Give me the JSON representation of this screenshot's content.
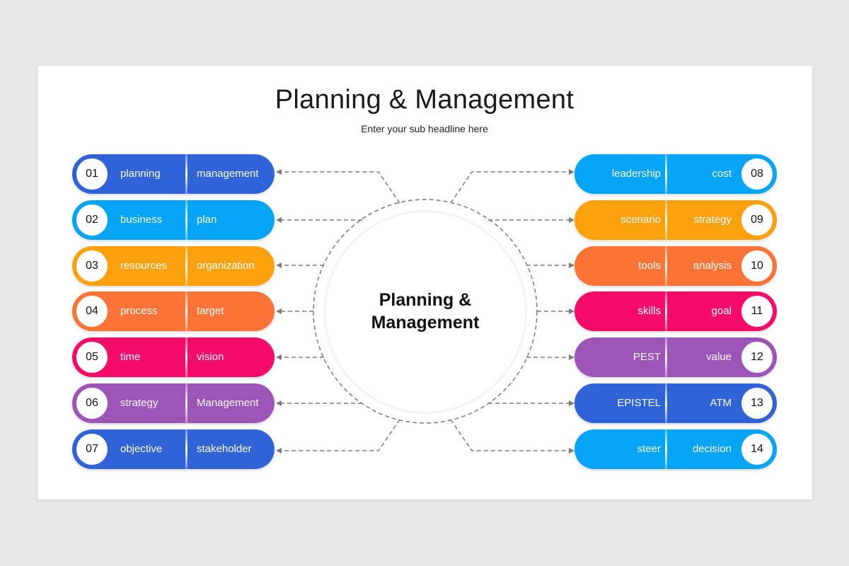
{
  "header": {
    "title": "Planning & Management",
    "subtitle": "Enter your sub headline here"
  },
  "center": {
    "line1": "Planning &",
    "line2": "Management"
  },
  "left_items": [
    {
      "num": "01",
      "label1": "planning",
      "label2": "management",
      "color": "#3163d8"
    },
    {
      "num": "02",
      "label1": "business",
      "label2": "plan",
      "color": "#05a4f6"
    },
    {
      "num": "03",
      "label1": "resources",
      "label2": "organization",
      "color": "#fba10d"
    },
    {
      "num": "04",
      "label1": "process",
      "label2": "target",
      "color": "#fb7336"
    },
    {
      "num": "05",
      "label1": "time",
      "label2": "vision",
      "color": "#f50c68"
    },
    {
      "num": "06",
      "label1": "strategy",
      "label2": "Management",
      "color": "#9c55b6"
    },
    {
      "num": "07",
      "label1": "objective",
      "label2": "stakeholder",
      "color": "#3163d8"
    }
  ],
  "right_items": [
    {
      "num": "08",
      "label1": "leadership",
      "label2": "cost",
      "color": "#05a4f6"
    },
    {
      "num": "09",
      "label1": "scenario",
      "label2": "strategy",
      "color": "#fba10d"
    },
    {
      "num": "10",
      "label1": "tools",
      "label2": "analysis",
      "color": "#fb7336"
    },
    {
      "num": "11",
      "label1": "skills",
      "label2": "goal",
      "color": "#f50c68"
    },
    {
      "num": "12",
      "label1": "PEST",
      "label2": "value",
      "color": "#9c55b6"
    },
    {
      "num": "13",
      "label1": "EPISTEL",
      "label2": "ATM",
      "color": "#3163d8"
    },
    {
      "num": "14",
      "label1": "steer",
      "label2": "decision",
      "color": "#05a4f6"
    }
  ]
}
